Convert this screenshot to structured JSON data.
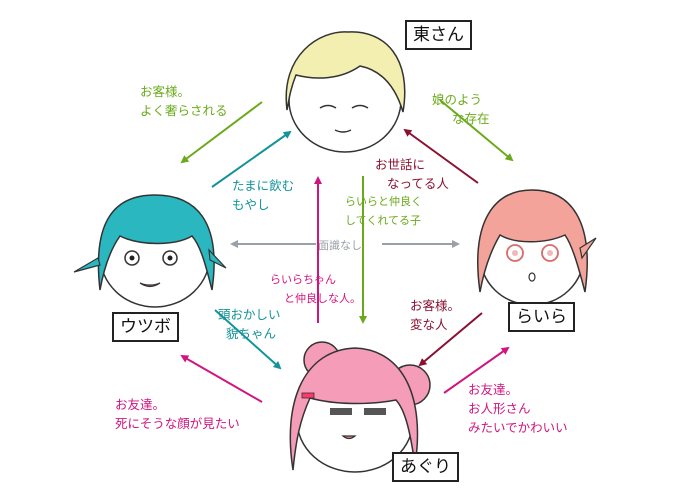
{
  "characters": {
    "higashi": {
      "name": "東さん"
    },
    "usobo": {
      "name": "ウツボ"
    },
    "raira": {
      "name": "らいら"
    },
    "aguri": {
      "name": "あぐり"
    }
  },
  "relations": {
    "higashi_to_usobo": [
      "お客様。",
      "よく奢らされる"
    ],
    "usobo_to_higashi": [
      "たまに飲む",
      "もやし"
    ],
    "higashi_to_raira": [
      "娘のよう",
      "な存在"
    ],
    "raira_to_higashi": [
      "お世話に",
      "なってる人"
    ],
    "higashi_to_aguri": [
      "らいらと仲良く",
      "してくれてる子"
    ],
    "aguri_to_higashi": [
      "らいらちゃん",
      "と仲良しな人。"
    ],
    "usobo_raira": [
      "面識なし"
    ],
    "usobo_to_aguri": [
      "頭おかしい",
      "貌ちゃん"
    ],
    "aguri_to_usobo": [
      "お友達。",
      "死にそうな顔が見たい"
    ],
    "raira_to_aguri": [
      "お客様。",
      "変な人"
    ],
    "aguri_to_raira": [
      "お友達。",
      "お人形さん",
      "みたいでかわいい"
    ]
  },
  "colors": {
    "green": "#6aaa1a",
    "teal": "#13939a",
    "magenta": "#d0157f",
    "maroon": "#8a1030",
    "gray": "#9aa0a6",
    "blonde_hair": "#f3efb0",
    "teal_hair": "#2ab7bf",
    "salmon_hair": "#f4a39a",
    "pink_hair": "#f49cb8",
    "skin": "#ffffff"
  }
}
